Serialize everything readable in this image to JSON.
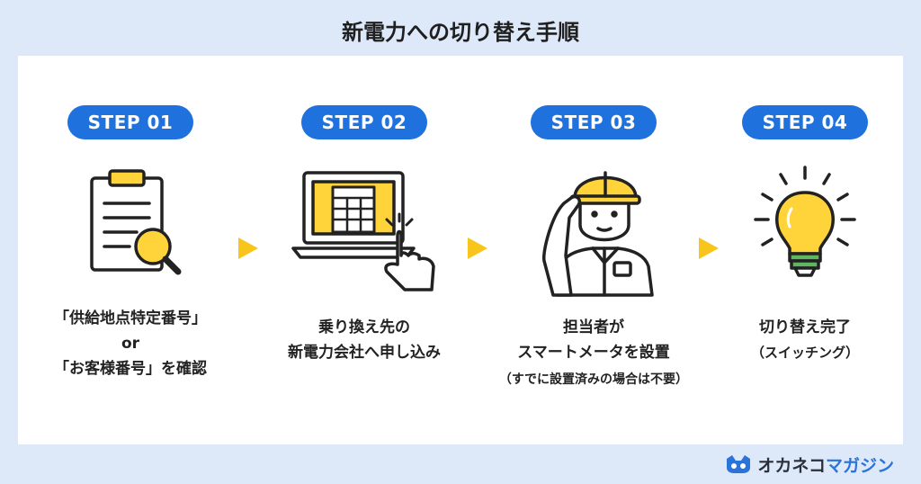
{
  "title": "新電力への切り替え手順",
  "steps": [
    {
      "label": "STEP 01",
      "lines": [
        "「供給地点特定番号」",
        "or",
        "「お客様番号」を確認"
      ],
      "icon": "clipboard-magnifier-icon"
    },
    {
      "label": "STEP 02",
      "lines": [
        "乗り換え先の",
        "新電力会社へ申し込み"
      ],
      "icon": "laptop-hand-icon"
    },
    {
      "label": "STEP 03",
      "lines": [
        "担当者が",
        "スマートメータを設置"
      ],
      "note": "（すでに設置済みの場合は不要）",
      "icon": "worker-icon"
    },
    {
      "label": "STEP 04",
      "lines": [
        "切り替え完了"
      ],
      "sub": "（スイッチング）",
      "icon": "light-bulb-icon"
    }
  ],
  "brand": {
    "part1": "オカネコ",
    "part2": "マガジン"
  },
  "colors": {
    "accent": "#1f71dd",
    "yellow": "#ffd43a",
    "arrow": "#f7c51c",
    "background": "#dde9f8",
    "green": "#5fb65f"
  }
}
